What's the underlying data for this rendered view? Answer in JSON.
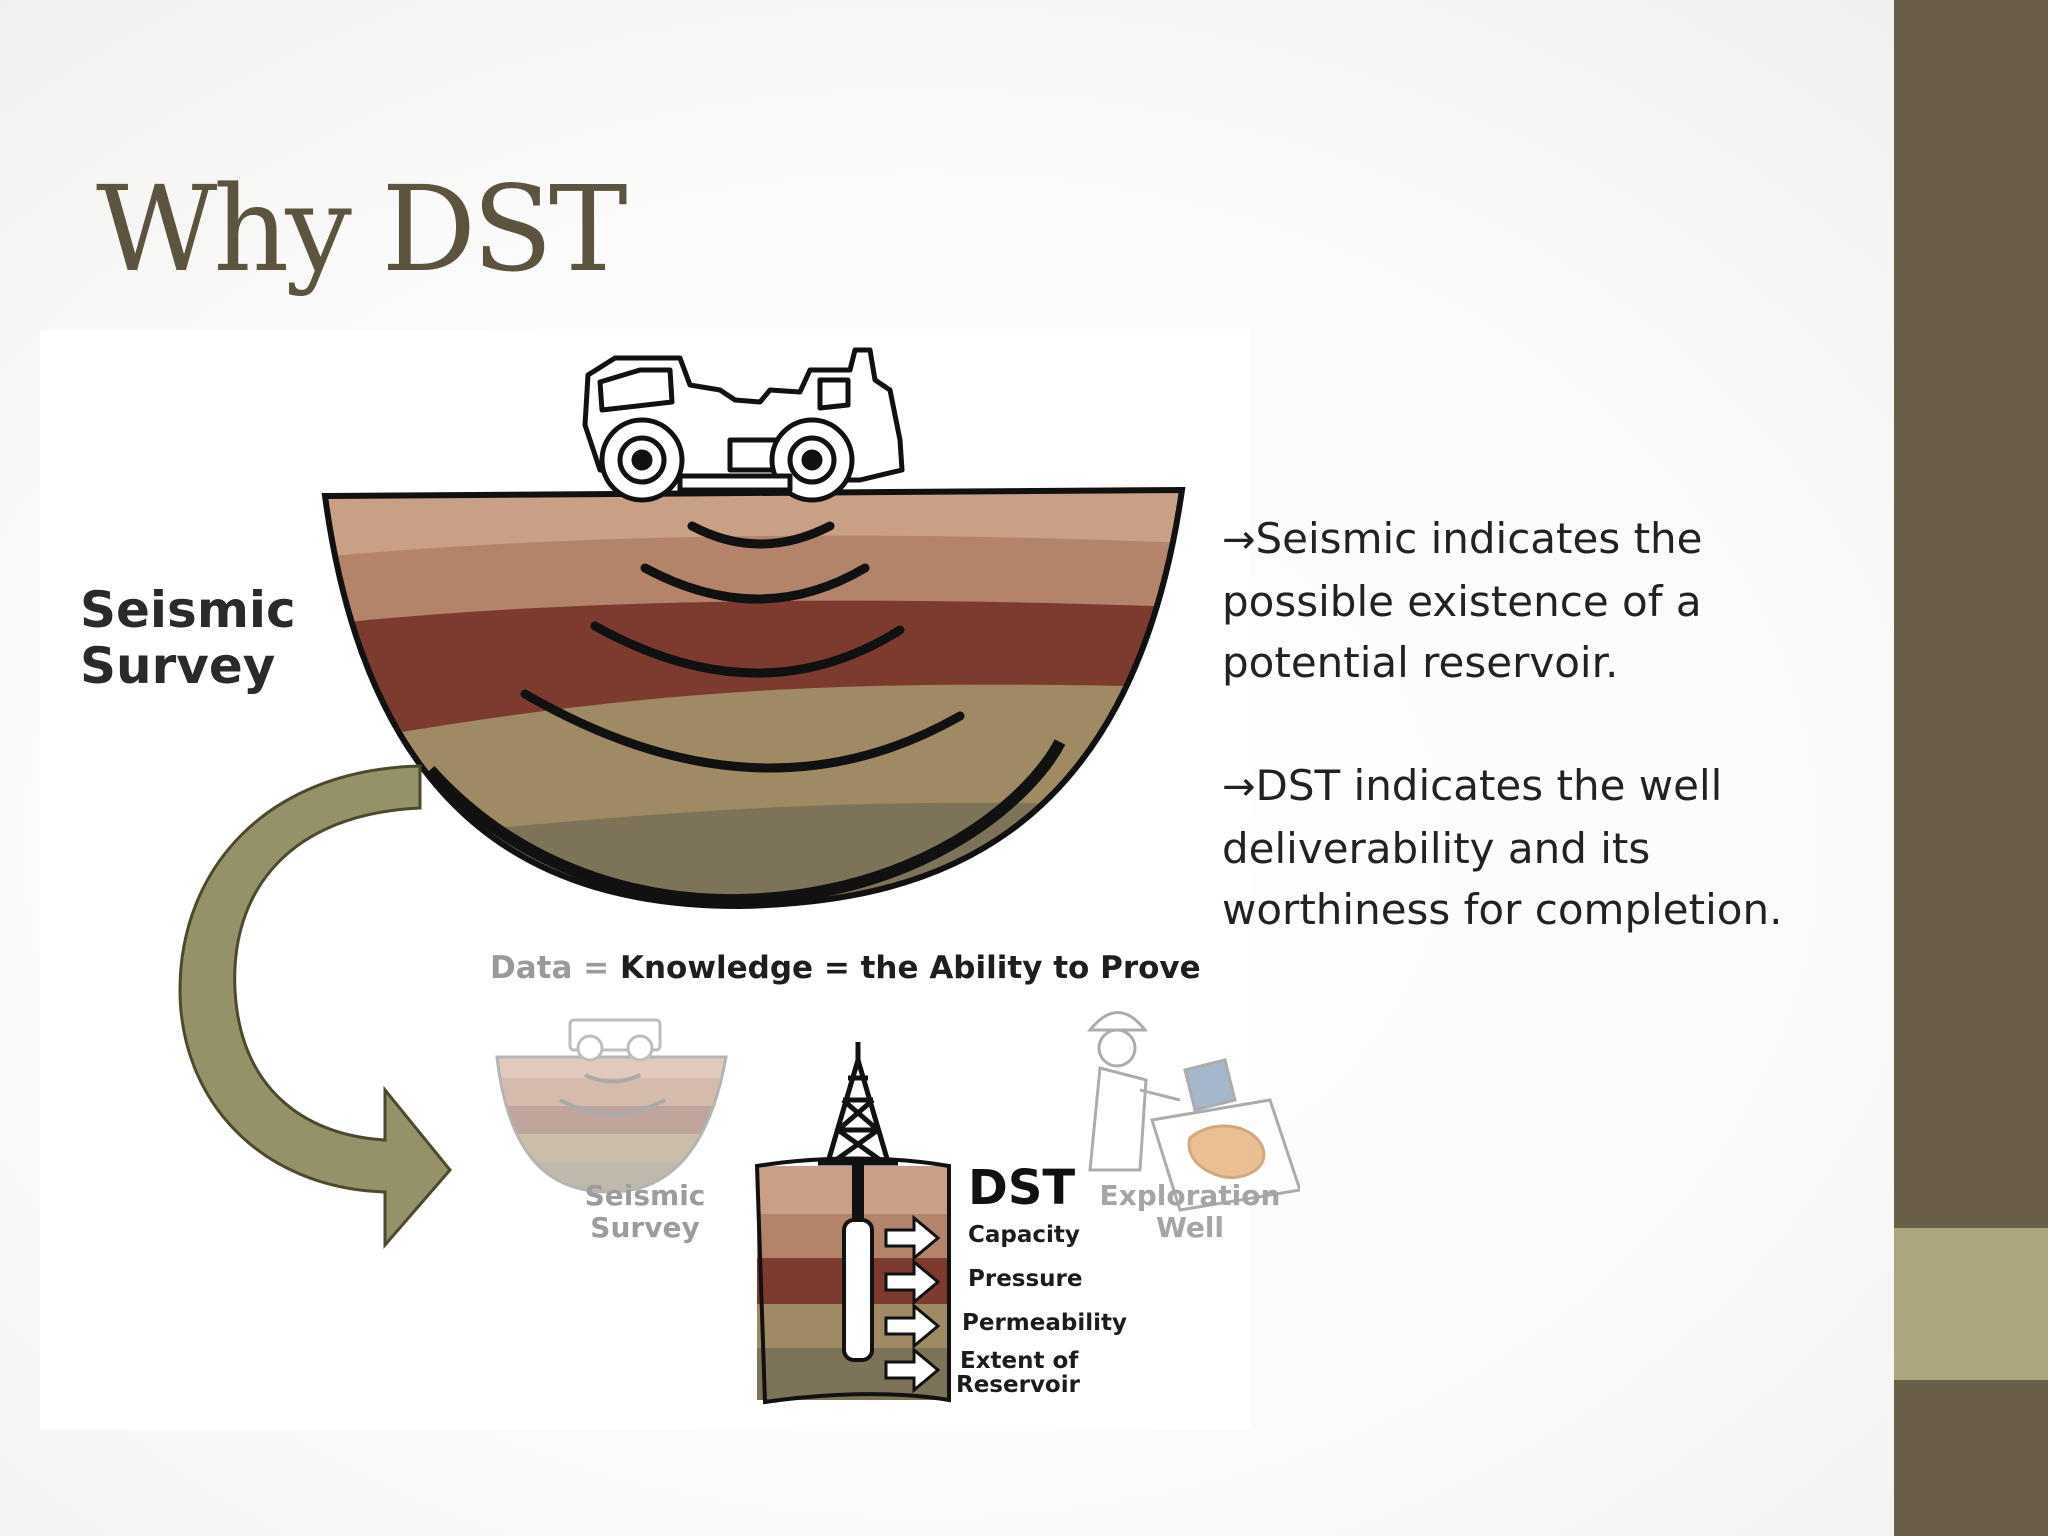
{
  "slide": {
    "title": "Why DST",
    "bullets": [
      {
        "arrow": "→",
        "text": "Seismic indicates the possible existence of a potential reservoir."
      },
      {
        "arrow": "→",
        "text": "DST indicates the well deliverability and its worthiness for completion."
      }
    ]
  },
  "figure": {
    "main_label": {
      "line1": "Seismic",
      "line2": "Survey"
    },
    "equation": {
      "data": "Data",
      "eq1": " = ",
      "knowledge": "Knowledge",
      "eq2": " = ",
      "ability": "the Ability to Prove"
    },
    "small_survey": {
      "line1": "Seismic",
      "line2": "Survey"
    },
    "dst": {
      "label": "DST",
      "properties": [
        "Capacity",
        "Pressure",
        "Permeability",
        "Extent of",
        "Reservoir"
      ]
    },
    "exploration": {
      "line1": "Exploration",
      "line2": "Well"
    }
  },
  "colors": {
    "title": "#5d5440",
    "sidebar": "#6a5e47",
    "sidebar_accent": "#aba67e",
    "curved_arrow": "#959168",
    "layer_1": "#c99f85",
    "layer_2": "#b3846a",
    "layer_3": "#7d3b2f",
    "layer_4": "#a08a64",
    "layer_5": "#7d7359"
  }
}
